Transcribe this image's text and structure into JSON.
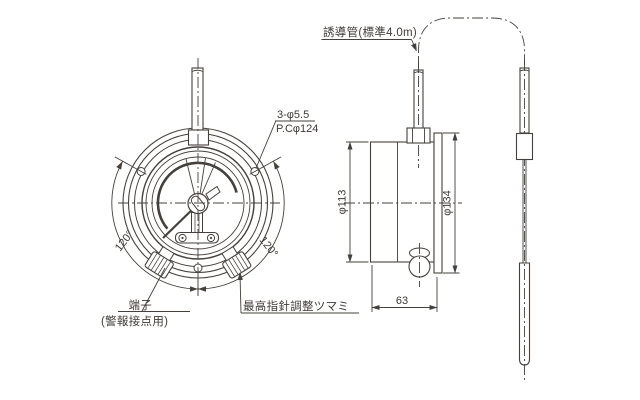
{
  "drawing": {
    "colors": {
      "line": "#45403b",
      "text": "#3f3a37",
      "background": "#ffffff"
    },
    "labels": {
      "guide_tube": "誘導管(標準4.0m)",
      "mounting_holes_spec": "3-φ5.5",
      "pitch_circle": "P.Cφ124",
      "case_diameter": "φ113",
      "flange_diameter": "φ134",
      "case_depth": "63",
      "hole_angle_left": "120°",
      "hole_angle_right": "120°",
      "terminal": "端子",
      "terminal_note": "(警報接点用)",
      "max_pointer_knob": "最高指針調整ツマミ"
    }
  }
}
